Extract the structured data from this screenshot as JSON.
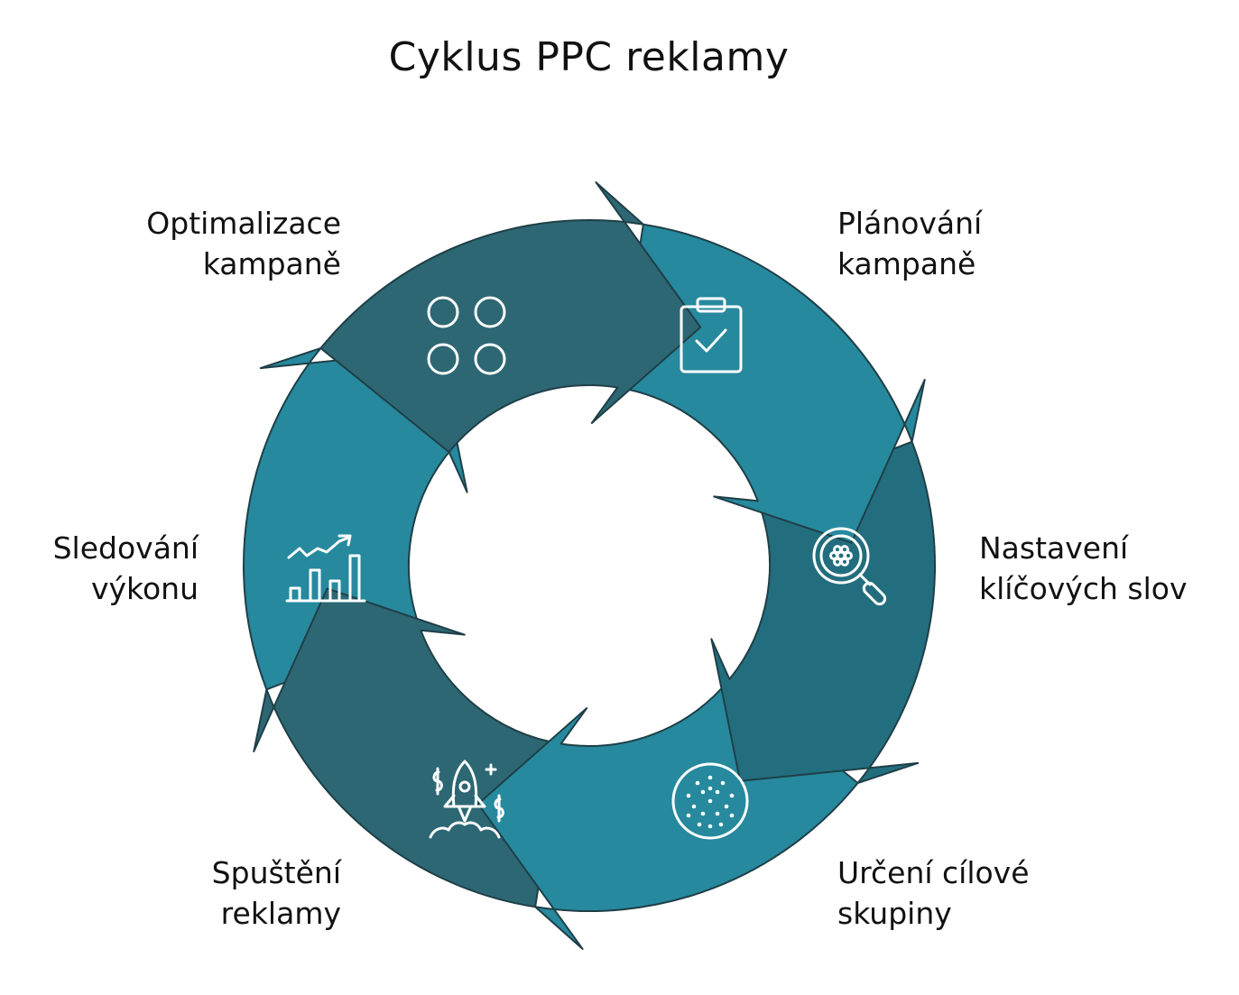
{
  "title": "Cyklus PPC reklamy",
  "colors": {
    "dark": "#2d6773",
    "teal": "#26899e",
    "deep": "#236e7e",
    "stroke": "#1f3f47",
    "icon": "#ffffff"
  },
  "steps": [
    {
      "id": "planovani",
      "line1": "Plánování",
      "line2": "kampaně",
      "icon": "clipboard-check-icon"
    },
    {
      "id": "nastaveni",
      "line1": "Nastavení",
      "line2": "klíčových slov",
      "icon": "search-gear-icon"
    },
    {
      "id": "urceni",
      "line1": "Určení cílové",
      "line2": "skupiny",
      "icon": "dotted-circle-icon"
    },
    {
      "id": "spusteni",
      "line1": "Spuštění",
      "line2": "reklamy",
      "icon": "rocket-dollar-icon"
    },
    {
      "id": "sledovani",
      "line1": "Sledování",
      "line2": "výkonu",
      "icon": "growth-chart-icon"
    },
    {
      "id": "optimalizace",
      "line1": "Optimalizace",
      "line2": "kampaně",
      "icon": "four-circles-icon"
    }
  ]
}
